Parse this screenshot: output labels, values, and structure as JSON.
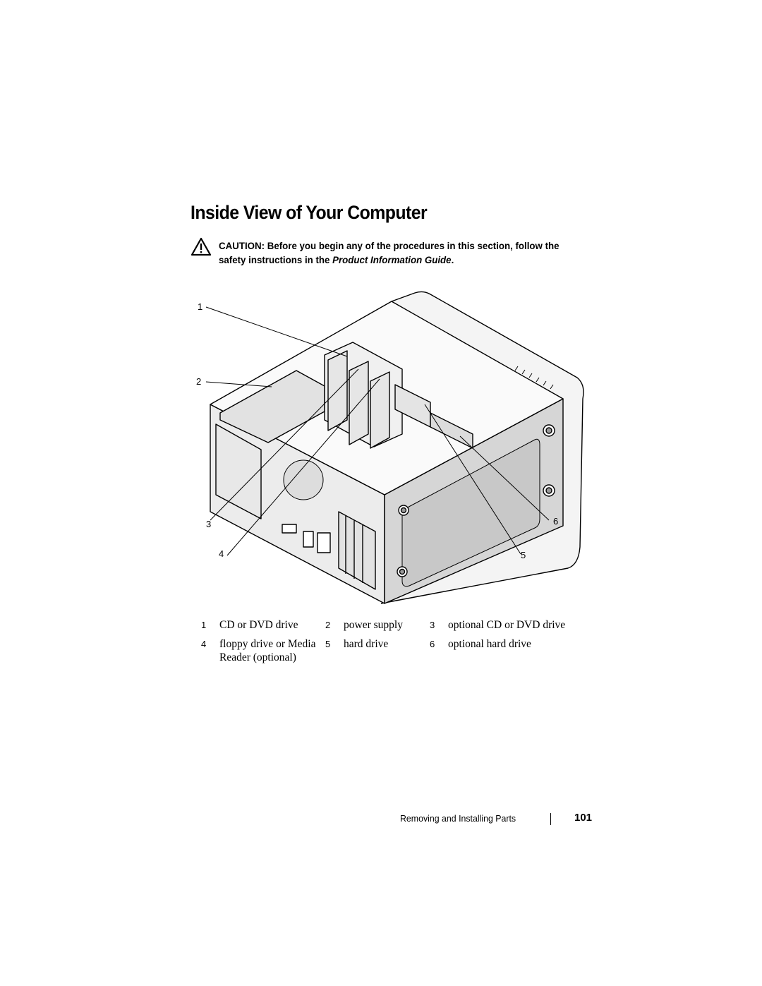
{
  "heading": "Inside View of Your Computer",
  "caution": {
    "icon": "warning-triangle-icon",
    "lead": "CAUTION:",
    "text_before": "Before you begin any of the procedures in this section, follow the safety instructions in the",
    "guide_title": "Product Information Guide",
    "text_after": "."
  },
  "figure": {
    "callouts": [
      "1",
      "2",
      "3",
      "4",
      "5",
      "6"
    ]
  },
  "legend": {
    "items": [
      {
        "num": "1",
        "label": "CD or DVD drive"
      },
      {
        "num": "2",
        "label": "power supply"
      },
      {
        "num": "3",
        "label": "optional CD or DVD drive"
      },
      {
        "num": "4",
        "label": "floppy drive or Media Reader (optional)"
      },
      {
        "num": "5",
        "label": "hard drive"
      },
      {
        "num": "6",
        "label": "optional hard drive"
      }
    ]
  },
  "footer": {
    "section": "Removing and Installing Parts",
    "page": "101"
  }
}
